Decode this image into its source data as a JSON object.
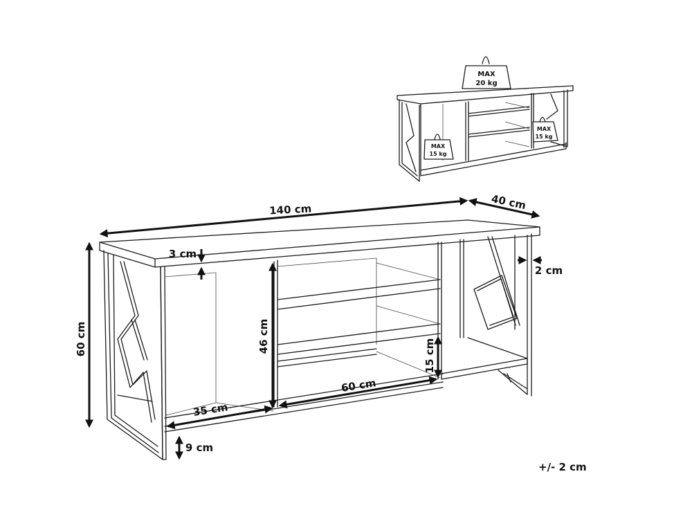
{
  "diagram": {
    "subject": "TV stand with metal frame",
    "tolerance": "+/- 2 cm",
    "dimensions": {
      "width": "140 cm",
      "depth": "40 cm",
      "height": "60 cm",
      "top_thickness": "3 cm",
      "frame_thickness": "2 cm",
      "inner_height": "46 cm",
      "left_compartment_width": "35 cm",
      "middle_compartment_width": "60 cm",
      "shelf_spacing": "15 cm",
      "floor_clearance": "9 cm"
    },
    "load_limits": {
      "top": {
        "label": "MAX",
        "value": "20 kg"
      },
      "left_compartment": {
        "label": "MAX",
        "value": "15 kg"
      },
      "right_compartment": {
        "label": "MAX",
        "value": "15 kg"
      }
    }
  }
}
